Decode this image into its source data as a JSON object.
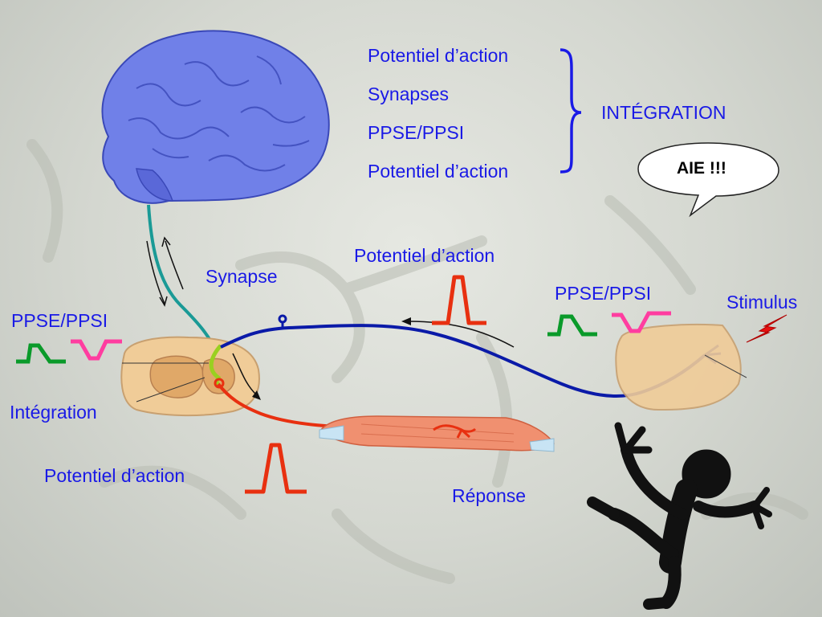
{
  "integration_list": {
    "items": [
      "Potentiel d’action",
      "Synapses",
      "PPSE/PPSI",
      "Potentiel d’action"
    ],
    "summary": "INTÉGRATION"
  },
  "speech_bubble": "AIE !!!",
  "labels": {
    "synapse": "Synapse",
    "potentiel_afferent": "Potentiel d’action",
    "ppse_ppsi_left": "PPSE/PPSI",
    "ppse_ppsi_right": "PPSE/PPSI",
    "stimulus": "Stimulus",
    "integration": "Intégration",
    "potentiel_efferent": "Potentiel d’action",
    "reponse": "Réponse"
  },
  "colors": {
    "label_text": "#1a1ae6",
    "afferent_nerve": "#0a1aa8",
    "efferent_nerve": "#e83010",
    "spinal_tract": "#1a9a96",
    "action_potential": "#e83010",
    "ppse_wave": "#0a9a2a",
    "ppsi_wave": "#ff3da0",
    "brain": "#7080e8",
    "stimulus_bolt": "#e81010"
  }
}
